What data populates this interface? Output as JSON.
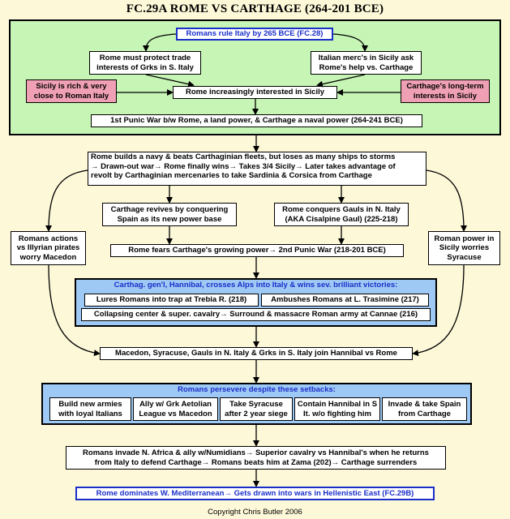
{
  "title": "FC.29A ROME VS CARTHAGE (264-201 BCE)",
  "copyright": "Copyright Chris Butler 2006",
  "nodes": {
    "rome_rule_italy": "Romans rule Italy by 265 BCE (FC.28)",
    "protect_trade": [
      "Rome must protect trade",
      "interests of Grks in S. Italy"
    ],
    "italian_mercs": [
      "Italian merc's in Sicily ask",
      "Rome's help vs. Carthage"
    ],
    "sicily_rich": [
      "Sicily is rich & very",
      "close to Roman Italy"
    ],
    "carthage_interests": [
      "Carthage's long-term",
      "interests in Sicily"
    ],
    "rome_interested": "Rome increasingly interested in Sicily",
    "first_punic": "1st Punic War b/w Rome, a land power, & Carthage a naval power  (264-241 BCE)",
    "navy": [
      "Rome builds a navy & beats Carthaginian fleets, but loses as many ships to storms",
      "→ Drawn-out war→ Rome finally wins→ Takes 3/4 Sicily→ Later takes advantage of",
      "revolt by Carthaginian mercenaries to take Sardinia & Corsica from Carthage"
    ],
    "carthage_spain": [
      "Carthage revives by conquering",
      "Spain as its new power base"
    ],
    "gauls": [
      "Rome conquers Gauls in N. Italy",
      "(AKA Cisalpine Gaul) (225-218)"
    ],
    "illyrian": [
      "Romans actions",
      "vs Illyrian pirates",
      "worry Macedon"
    ],
    "sicily_syracuse": [
      "Roman power in",
      "Sicily worries",
      "Syracuse"
    ],
    "second_punic": "Rome fears Carthage's growing power→ 2nd Punic War (218-201 BCE)",
    "hannibal_header": "Carthag. gen'l, Hannibal, crosses Alps into Italy & wins sev. brilliant victories:",
    "trebia": "Lures Romans into trap at Trebia R. (218)",
    "trasimine": "Ambushes Romans at L. Trasimine (217)",
    "cannae": "Collapsing center & super. cavalry→ Surround & massacre Roman army at Cannae (216)",
    "join_hannibal": "Macedon, Syracuse, Gauls in N. Italy & Grks in S. Italy join Hannibal vs Rome",
    "persevere_header": "Romans persevere despite these setbacks:",
    "setbacks": [
      [
        "Build new armies",
        "with loyal Italians"
      ],
      [
        "Ally w/ Grk Aetolian",
        "League vs Macedon"
      ],
      [
        "Take Syracuse",
        "after 2 year siege"
      ],
      [
        "Contain Hannibal in S",
        "It. w/o fighting him"
      ],
      [
        "Invade & take Spain",
        "from Carthage"
      ]
    ],
    "africa": [
      "Romans invade N. Africa & ally w/Numidians→ Superior cavalry vs Hannibal's when he returns",
      "from Italy to defend Carthage→ Romans beats him at Zama (202)→ Carthage surrenders"
    ],
    "dominates": "Rome dominates W. Mediterranean→ Gets drawn into wars in Hellenistic East (FC.29B)"
  },
  "colors": {
    "background": "#fdf8d8",
    "green_panel": "#c6f5b5",
    "blue_panel": "#9fc9f5",
    "pink_box": "#f0a0b4",
    "blue_text": "#1a2ec8"
  }
}
